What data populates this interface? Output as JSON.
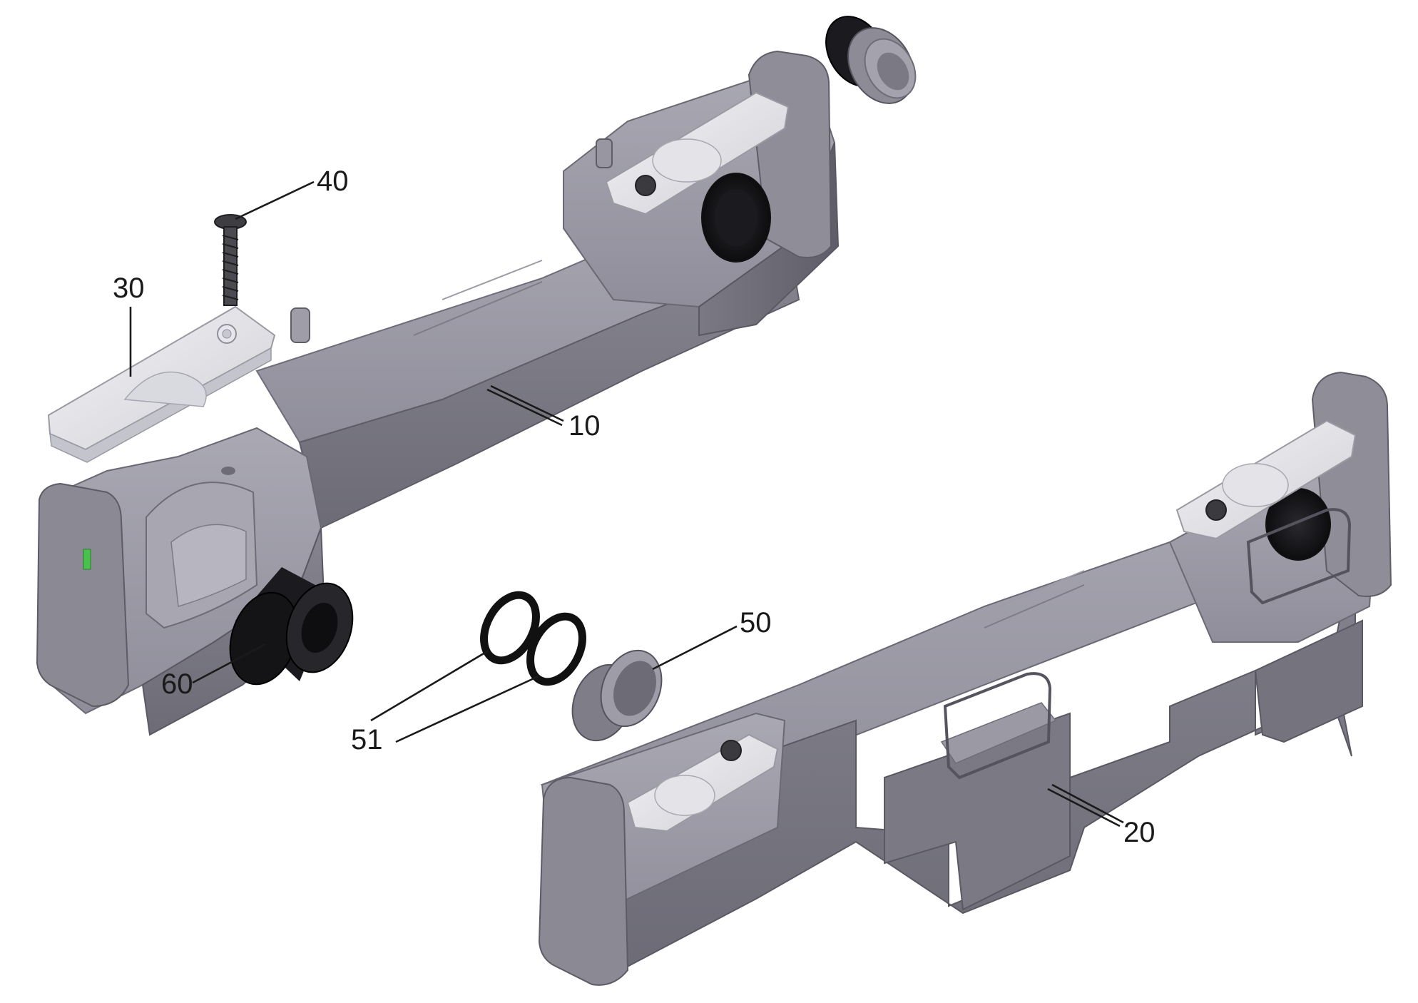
{
  "diagram": {
    "callouts": {
      "c10": "10",
      "c20": "20",
      "c30": "30",
      "c40": "40",
      "c50": "50",
      "c51": "51",
      "c60": "60"
    }
  }
}
